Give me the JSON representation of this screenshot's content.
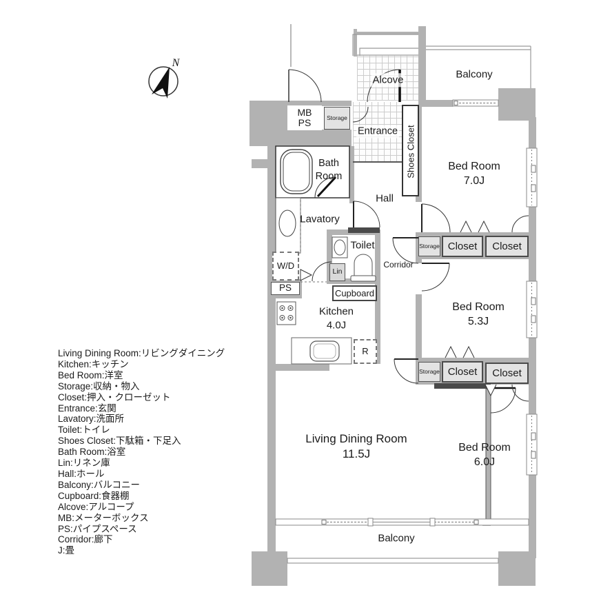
{
  "title": "apartment-floor-plan",
  "compass": {
    "north": "N"
  },
  "rooms": {
    "alcove": "Alcove",
    "balcony_top": "Balcony",
    "mb": "MB",
    "ps_top": "PS",
    "storage_entry": "Storage",
    "entrance": "Entrance",
    "shoes_closet": "Shoes Closet",
    "bath_1": "Bath",
    "bath_2": "Room",
    "bed1_name": "Bed Room",
    "bed1_size": "7.0J",
    "hall": "Hall",
    "lavatory": "Lavatory",
    "toilet": "Toilet",
    "corridor": "Corridor",
    "storage_row1": "Storage",
    "closet_row1a": "Closet",
    "closet_row1b": "Closet",
    "wd": "W/D",
    "lin": "Lin",
    "ps": "PS",
    "cupboard": "Cupboard",
    "kitchen_name": "Kitchen",
    "kitchen_size": "4.0J",
    "bed2_name": "Bed Room",
    "bed2_size": "5.3J",
    "storage_row2": "Storage",
    "closet_row2a": "Closet",
    "closet_row2b": "Closet",
    "fridge": "R",
    "ldk_name": "Living Dining Room",
    "ldk_size": "11.5J",
    "bed3_name": "Bed Room",
    "bed3_size": "6.0J",
    "balcony_bottom": "Balcony"
  },
  "legend": {
    "items": [
      "Living Dining Room:リビングダイニング",
      "Kitchen:キッチン",
      "Bed Room:洋室",
      "Storage:収納・物入",
      "Closet:押入・クローゼット",
      "Entrance:玄関",
      "Lavatory:洗面所",
      "Toilet:トイレ",
      "Shoes Closet:下駄箱・下足入",
      "Bath Room:浴室",
      "Lin:リネン庫",
      "Hall:ホール",
      "Balcony:バルコニー",
      "Cupboard:食器棚",
      "Alcove:アルコープ",
      "MB:メーターボックス",
      "PS:パイプスペース",
      "Corridor:廊下",
      "J:畳"
    ]
  },
  "colors": {
    "wall": "#b2b2b2",
    "dark_wall": "#4a4a4a",
    "closet_fill": "#e3e3e3",
    "line": "#333333"
  }
}
